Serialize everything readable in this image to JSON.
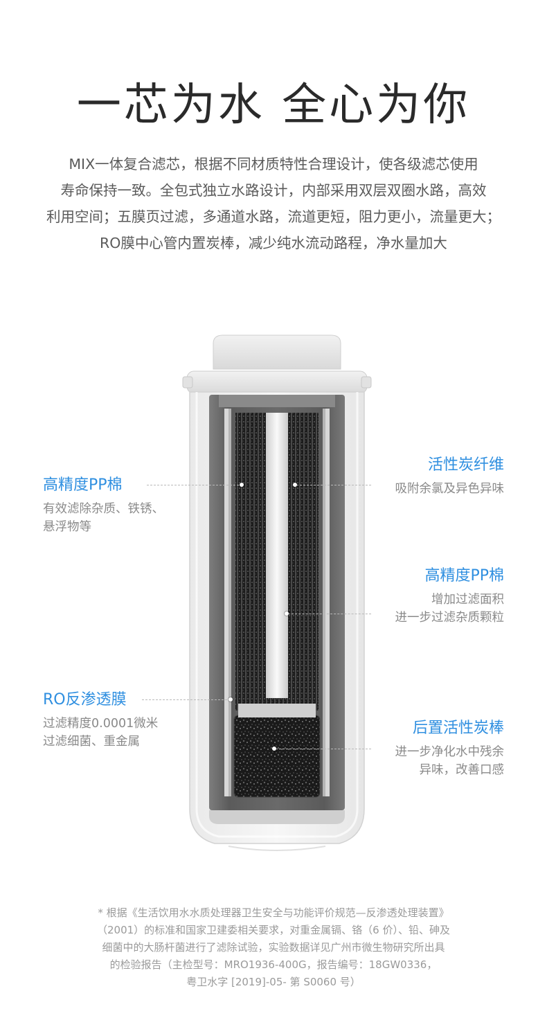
{
  "title": "一芯为水 全心为你",
  "intro_lines": [
    "MIX一体复合滤芯，根据不同材质特性合理设计，使各级滤芯使用",
    "寿命保持一致。全包式独立水路设计，内部采用双层双圈水路，高效",
    "利用空间；五膜页过滤，多通道水路，流道更短，阻力更小，流量更大；",
    "RO膜中心管内置炭棒，减少纯水流动路程，净水量加大"
  ],
  "callouts": {
    "pp_left": {
      "title": "高精度PP棉",
      "desc": [
        "有效滤除杂质、铁锈、",
        "悬浮物等"
      ]
    },
    "ro": {
      "title": "RO反渗透膜",
      "desc": [
        "过滤精度0.0001微米",
        "过滤细菌、重金属"
      ]
    },
    "carbon_fiber": {
      "title": "活性炭纤维",
      "desc": [
        "吸附余氯及异色异味"
      ]
    },
    "pp_right": {
      "title": "高精度PP棉",
      "desc": [
        "增加过滤面积",
        "进一步过滤杂质颗粒"
      ]
    },
    "post_carbon": {
      "title": "后置活性炭棒",
      "desc": [
        "进一步净化水中残余",
        "异味，改善口感"
      ]
    }
  },
  "footnote_lines": [
    "* 根据《生活饮用水水质处理器卫生安全与功能评价规范—反渗透处理装置》",
    "（2001）的标准和国家卫建委相关要求，对重金属镉、铬（6 价）、铅、砷及",
    "细菌中的大肠杆菌进行了滤除试验，实验数据详见广州市微生物研究所出具",
    "的检验报告（主检型号：MRO1936-400G，报告编号：18GW0336，",
    "粤卫水字 [2019]-05- 第 S0060 号）"
  ],
  "colors": {
    "accent": "#2f8fe0",
    "body_text": "#5a5a5a",
    "muted_text": "#8a8a8a",
    "title_text": "#2a2a2a"
  }
}
